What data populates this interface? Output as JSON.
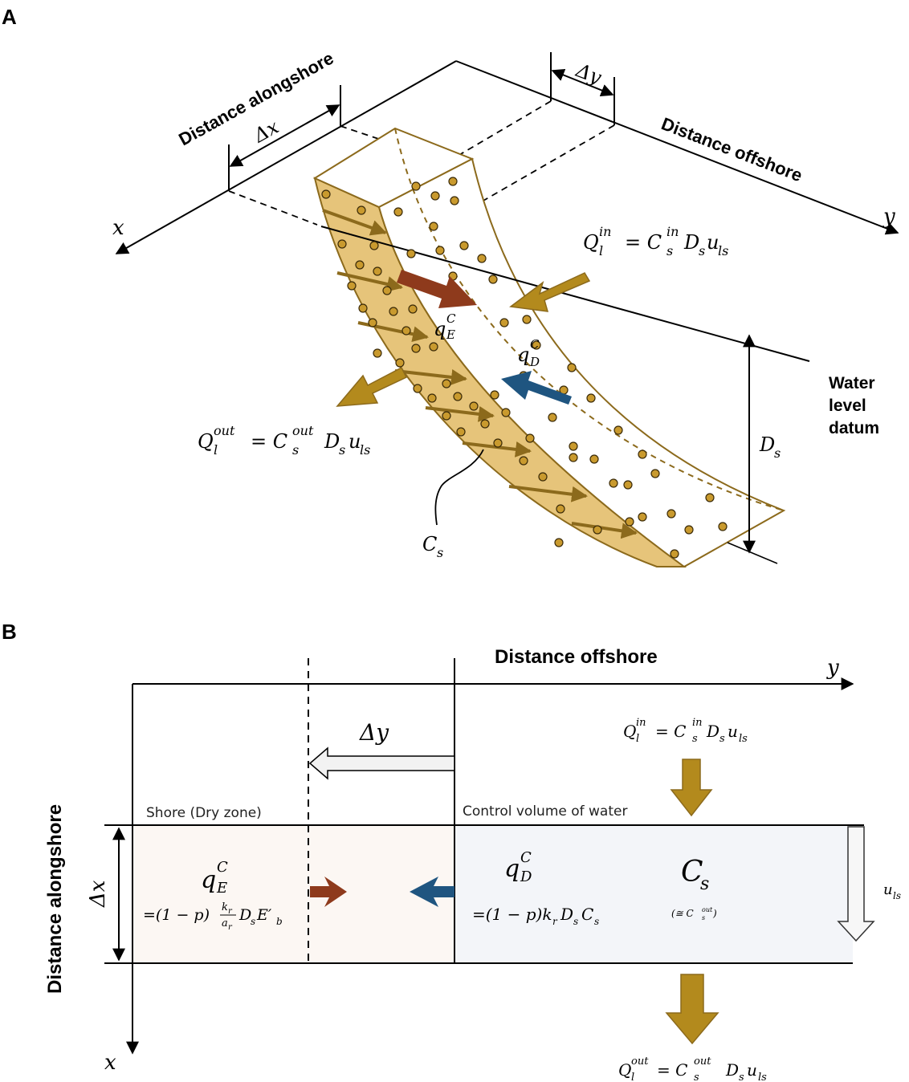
{
  "panel_a": {
    "panel_label": "A",
    "axis_distance_alongshore": "Distance alongshore",
    "axis_distance_offshore": "Distance offshore",
    "axis_x": "x",
    "axis_y": "y",
    "delta_x": "Δx",
    "delta_y": "Δy",
    "q_in_lhs": "Q",
    "q_in_sup": "in",
    "q_in_sub": "l",
    "q_in_rhs_c": "= C",
    "q_in_rhs_c_sup": "in",
    "q_in_rhs_c_sub": "s",
    "q_in_rhs_tail": "D",
    "q_in_rhs_tail_sub": "s",
    "q_in_rhs_u": "u",
    "q_in_rhs_u_sub": "ls",
    "q_out_lhs": "Q",
    "q_out_sup": "out",
    "q_out_sub": "l",
    "q_out_rhs_c": "= C",
    "q_out_rhs_c_sup": "out",
    "q_out_rhs_c_sub": "s",
    "q_out_rhs_tail": "D",
    "q_out_rhs_tail_sub": "s",
    "q_out_rhs_u": "u",
    "q_out_rhs_u_sub": "ls",
    "qE": "q",
    "qE_sup": "C",
    "qE_sub": "E",
    "qD": "q",
    "qD_sup": "C",
    "qD_sub": "D",
    "cs": "C",
    "cs_sub": "s",
    "ds": "D",
    "ds_sub": "s",
    "water_level_line1": "Water",
    "water_level_line2": "level",
    "water_level_line3": "datum"
  },
  "panel_b": {
    "panel_label": "B",
    "distance_offshore": "Distance offshore",
    "distance_alongshore": "Distance alongshore",
    "axis_y": "y",
    "axis_x": "x",
    "delta_y": "Δy",
    "delta_x": "Δx",
    "shore_label": "Shore (Dry zone)",
    "control_volume_label": "Control volume of water",
    "q_in_lhs": "Q",
    "q_in_sup": "in",
    "q_in_sub": "l",
    "q_in_rhs": "= C",
    "q_in_rhs_sup": "in",
    "q_in_rhs_sub": "s",
    "q_in_tail": "D",
    "q_in_tail_sub": "s",
    "q_in_u": "u",
    "q_in_u_sub": "ls",
    "q_out_lhs": "Q",
    "q_out_sup": "out",
    "q_out_sub": "l",
    "q_out_rhs": "= C",
    "q_out_rhs_sup": "out",
    "q_out_rhs_sub": "s",
    "q_out_tail": "D",
    "q_out_tail_sub": "s",
    "q_out_u": "u",
    "q_out_u_sub": "ls",
    "qE": "q",
    "qE_sup": "C",
    "qE_sub": "E",
    "qE_formula_pre": "=(1 − p)",
    "qE_frac_num": "k",
    "qE_frac_num_sub": "r",
    "qE_frac_den": "a",
    "qE_frac_den_sub": "r",
    "qE_formula_post": "D",
    "qE_formula_post_sub": "s",
    "qE_formula_e": "E′",
    "qE_formula_e_sub": "b",
    "qD": "q",
    "qD_sup": "C",
    "qD_sub": "D",
    "qD_formula": "=(1 − p)k",
    "qD_formula_sub1": "r",
    "qD_formula_mid": "D",
    "qD_formula_sub2": "s",
    "qD_formula_end": "C",
    "qD_formula_sub3": "s",
    "cs": "C",
    "cs_sub": "s",
    "cs_approx": "(≅ C",
    "cs_approx_sub": "s",
    "cs_approx_sup": "out",
    "cs_approx_close": ")",
    "u_ls": "u",
    "u_ls_sub": "ls"
  },
  "colors": {
    "sand": "#e6c47a",
    "sand_dark": "#8c6a1c",
    "dot": "#c99a2e",
    "arrow_gold": "#b38a1d",
    "arrow_red": "#8e3a1c",
    "arrow_blue": "#1f5580",
    "shore_fill": "#fcf7f3",
    "water_fill": "#f3f5f9"
  }
}
